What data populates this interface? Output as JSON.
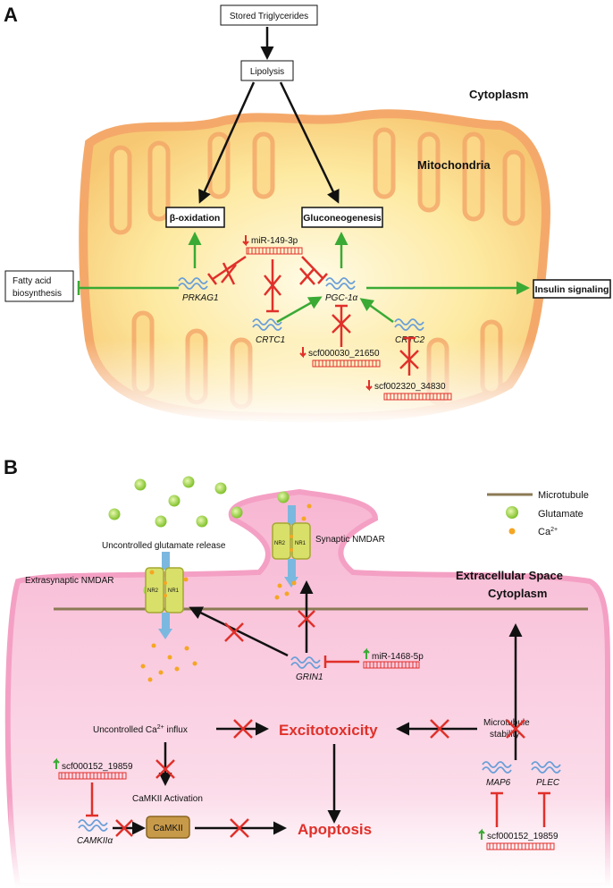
{
  "panel_a": {
    "letter": "A",
    "stored_triglycerides": "Stored Triglycerides",
    "lipolysis": "Lipolysis",
    "cytoplasm": "Cytoplasm",
    "mitochondria": "Mitochondria",
    "beta_oxidation": "β-oxidation",
    "gluconeogenesis": "Gluconeogenesis",
    "fatty_acid_line1": "Fatty acid",
    "fatty_acid_line2": "biosynthesis",
    "insulin_signaling": "Insulin signaling",
    "mirna": "miR-149-3p",
    "prkag1": "PRKAG1",
    "pgc1a": "PGC-1α",
    "crtc1": "CRTC1",
    "crtc2": "CRTC2",
    "scf_21650": "scf000030_21650",
    "scf_34830": "scf002320_34830"
  },
  "panel_b": {
    "letter": "B",
    "legend_microtubule": "Microtubule",
    "legend_glutamate": "Glutamate",
    "legend_ca": "Ca",
    "legend_ca_sup": "2+",
    "uncontrolled_glutamate": "Uncontrolled glutamate release",
    "synaptic_nmdar": "Synaptic NMDAR",
    "extrasynaptic_nmdar": "Extrasynaptic NMDAR",
    "extracellular": "Extracellular Space",
    "cytoplasm": "Cytoplasm",
    "nr2": "NR2",
    "nr1": "NR1",
    "grin1": "GRIN1",
    "mirna": "miR-1468-5p",
    "ca_influx": "Uncontrolled Ca",
    "ca_influx_sup": "2+",
    "ca_influx_tail": " influx",
    "excitotoxicity": "Excitotoxicity",
    "microtubule_line1": "Microtubule",
    "microtubule_line2": "stability",
    "scf_19859_left": "scf000152_19859",
    "camkii_activation": "CaMKII Activation",
    "camkii": "CaMKII",
    "camkiia": "CAMKIIα",
    "apoptosis": "Apoptosis",
    "map6": "MAP6",
    "plec": "PLEC",
    "scf_19859_right": "scf000152_19859"
  },
  "colors": {
    "green_arrow": "#3aaa35",
    "red_inhibit": "#e0302a",
    "gene_wave": "#6a9fd8",
    "mito_outer": "#f4a96a",
    "mito_inner": "#fde9a0",
    "cell_pink": "#f9c9dd",
    "microtubule": "#8b7a55",
    "glutamate": "#9bd33a",
    "calcium": "#f5a623"
  }
}
